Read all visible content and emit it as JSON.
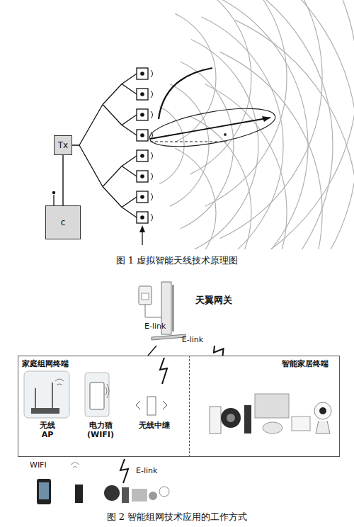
{
  "diagram": {
    "nodes": [
      {
        "text": [
          "Tx"
        ]
      },
      {
        "text": [
          "c"
        ]
      },
      {
        "text": [
          "天翼网关"
        ]
      },
      {
        "text": [
          "家庭组网终端"
        ]
      },
      {
        "text": [
          "智能家居终端"
        ]
      },
      {
        "text": [
          "无线 AP"
        ],
        "in": 3
      },
      {
        "text": [
          "电力猫 (WIFI)"
        ],
        "in": 3
      },
      {
        "text": [
          "无线中继"
        ],
        "in": 3
      }
    ],
    "edges": [
      {
        "from": 1,
        "to": 0,
        "arrow": "none"
      },
      {
        "from": 2,
        "to": 3,
        "arrow": "none"
      },
      {
        "from": 2,
        "to": 4,
        "arrow": "none",
        "label": "E-link"
      }
    ],
    "labels": [
      "E-link",
      "WIFI",
      "E-link",
      "图 1 虚拟智能天线技术原理图",
      "图 2 智能组网技术应用的工作方式"
    ]
  }
}
